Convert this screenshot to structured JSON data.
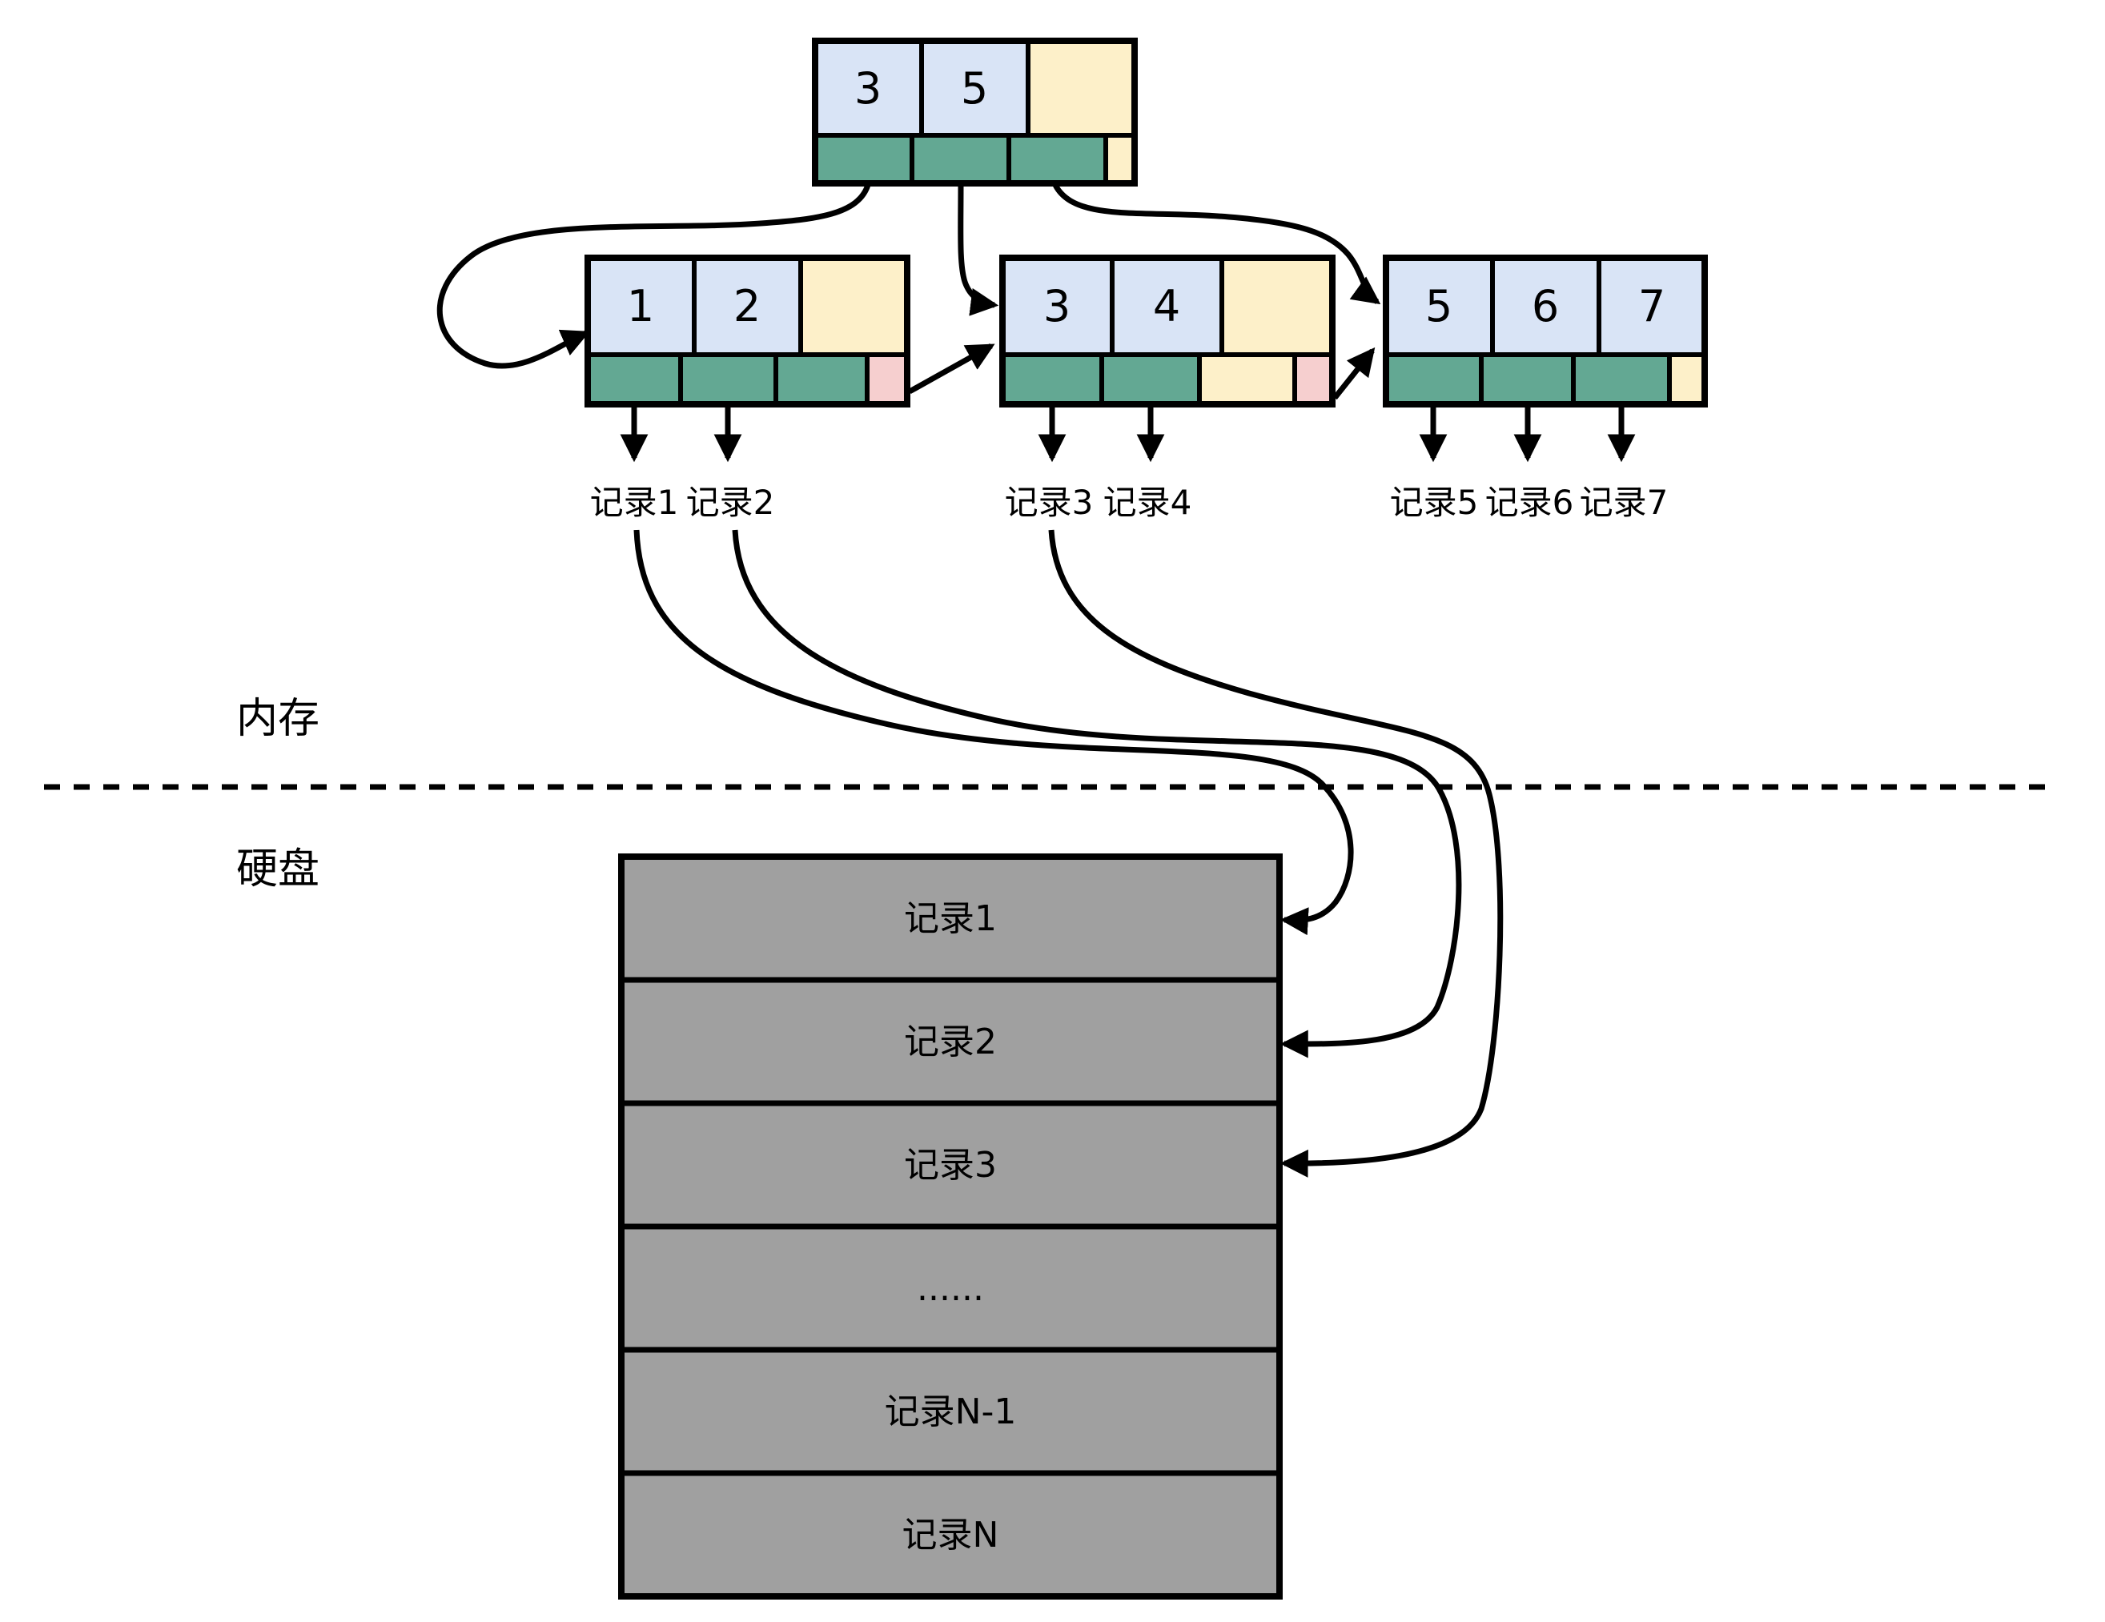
{
  "diagram": {
    "memory_label": "内存",
    "disk_label": "硬盘",
    "root_node": {
      "keys": [
        "3",
        "5"
      ]
    },
    "leaf_nodes": [
      {
        "keys": [
          "1",
          "2"
        ]
      },
      {
        "keys": [
          "3",
          "4"
        ]
      },
      {
        "keys": [
          "5",
          "6",
          "7"
        ]
      }
    ],
    "record_labels": [
      "记录1",
      "记录2",
      "记录3",
      "记录4",
      "记录5",
      "记录6",
      "记录7"
    ],
    "disk_table": {
      "rows": [
        "记录1",
        "记录2",
        "记录3",
        "......",
        "记录N-1",
        "记录N"
      ]
    },
    "colors": {
      "key_cell": "#d9e4f6",
      "empty_cell": "#fdf0c9",
      "pointer_cell": "#63a893",
      "next_pointer_cell": "#f6cfcf",
      "disk_row": "#a0a0a0",
      "stroke": "#000000"
    }
  }
}
